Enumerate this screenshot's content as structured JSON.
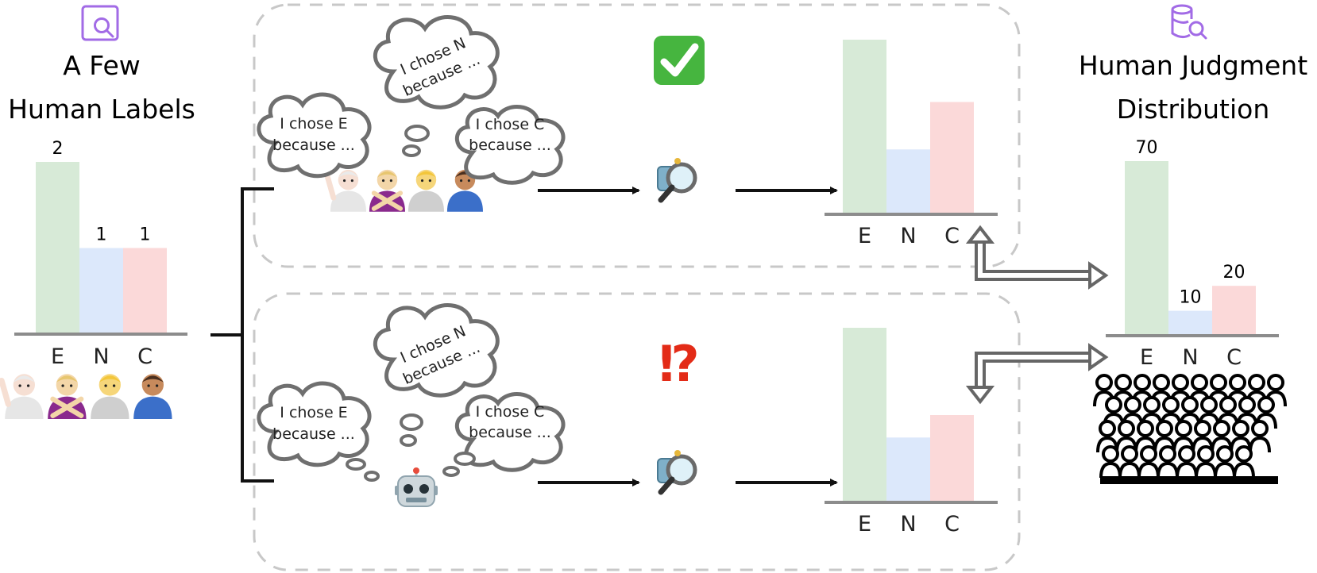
{
  "left": {
    "title_line1": "A Few",
    "title_line2": "Human Labels",
    "icon": "search-icon"
  },
  "right": {
    "title_line1": "Human Judgment",
    "title_line2": "Distribution",
    "icon": "database-search-icon"
  },
  "clouds": {
    "e": [
      "I chose E",
      "because ..."
    ],
    "n": [
      "I chose N",
      "because ..."
    ],
    "c": [
      "I chose C",
      "because ..."
    ]
  },
  "marks": {
    "check_icon": "check-mark-icon",
    "interrobang": "⁉"
  },
  "colors": {
    "e": "#d7ead7",
    "n": "#dce8fb",
    "c": "#fbd9d9"
  },
  "chart_data": [
    {
      "type": "bar",
      "id": "few-human-labels",
      "categories": [
        "E",
        "N",
        "C"
      ],
      "values": [
        2,
        1,
        1
      ],
      "show_values": true
    },
    {
      "type": "bar",
      "id": "human-explanations-result",
      "categories": [
        "E",
        "N",
        "C"
      ],
      "values": [
        7,
        2.6,
        4.5
      ],
      "show_values": false
    },
    {
      "type": "bar",
      "id": "llm-explanations-result",
      "categories": [
        "E",
        "N",
        "C"
      ],
      "values": [
        7,
        2.6,
        3.5
      ],
      "show_values": false
    },
    {
      "type": "bar",
      "id": "human-judgment-distribution",
      "categories": [
        "E",
        "N",
        "C"
      ],
      "values": [
        70,
        10,
        20
      ],
      "show_values": true
    }
  ]
}
